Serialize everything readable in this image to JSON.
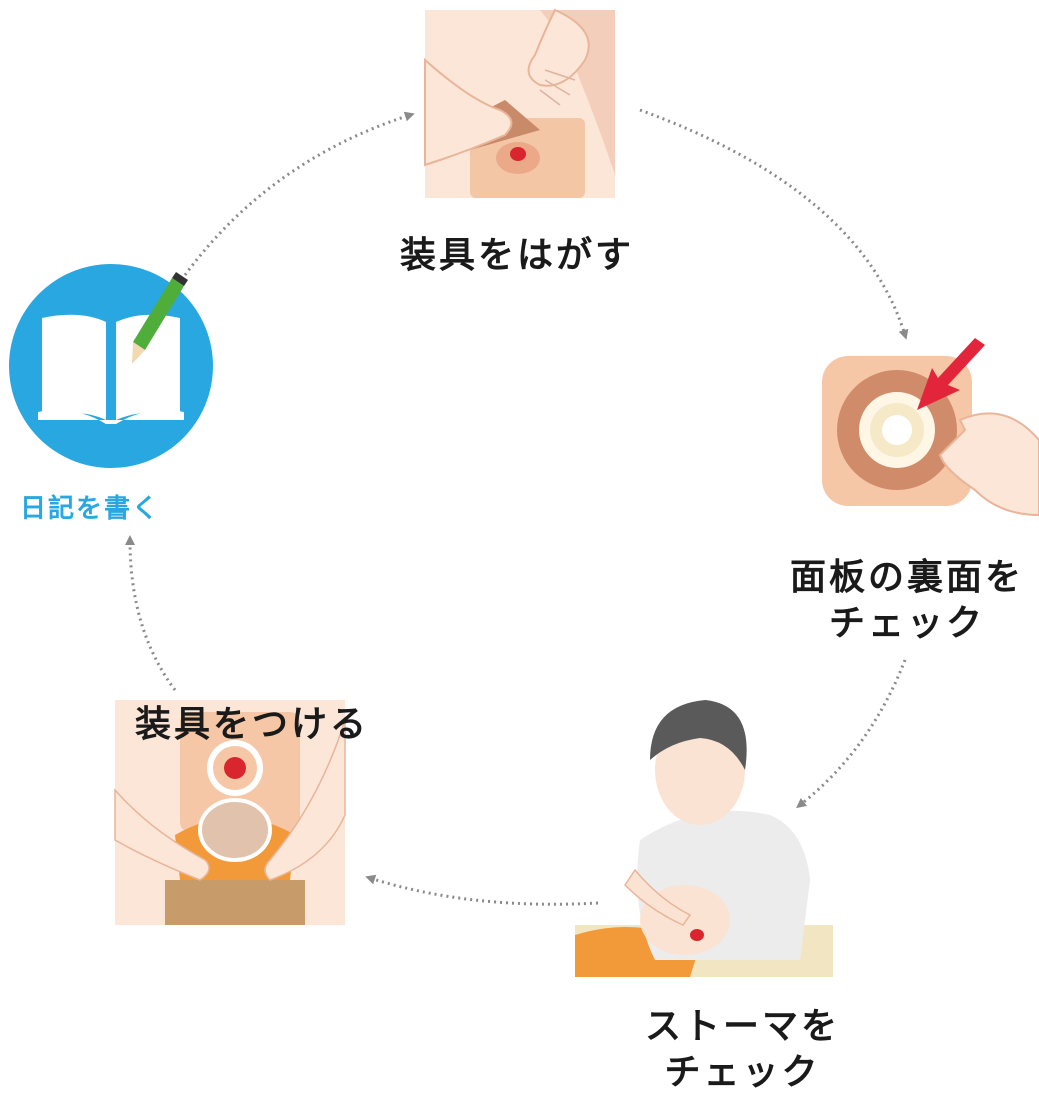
{
  "steps": {
    "remove": {
      "label": "装具をはがす"
    },
    "check_back": {
      "line1": "面板の裏面を",
      "line2": "チェック"
    },
    "check_stoma": {
      "line1": "ストーマを",
      "line2": "チェック"
    },
    "attach": {
      "label": "装具をつける"
    },
    "diary": {
      "label": "日記を書く"
    }
  },
  "colors": {
    "arrow": "#8a8a8a",
    "diary_blue": "#29a7e1",
    "skin": "#f7d8c4",
    "stoma_red": "#d9262e",
    "accent_arrow": "#e3253c"
  },
  "icons": [
    "peel-illustration",
    "flange-illustration",
    "stoma-check-illustration",
    "attach-illustration",
    "book-icon",
    "pencil-icon"
  ]
}
